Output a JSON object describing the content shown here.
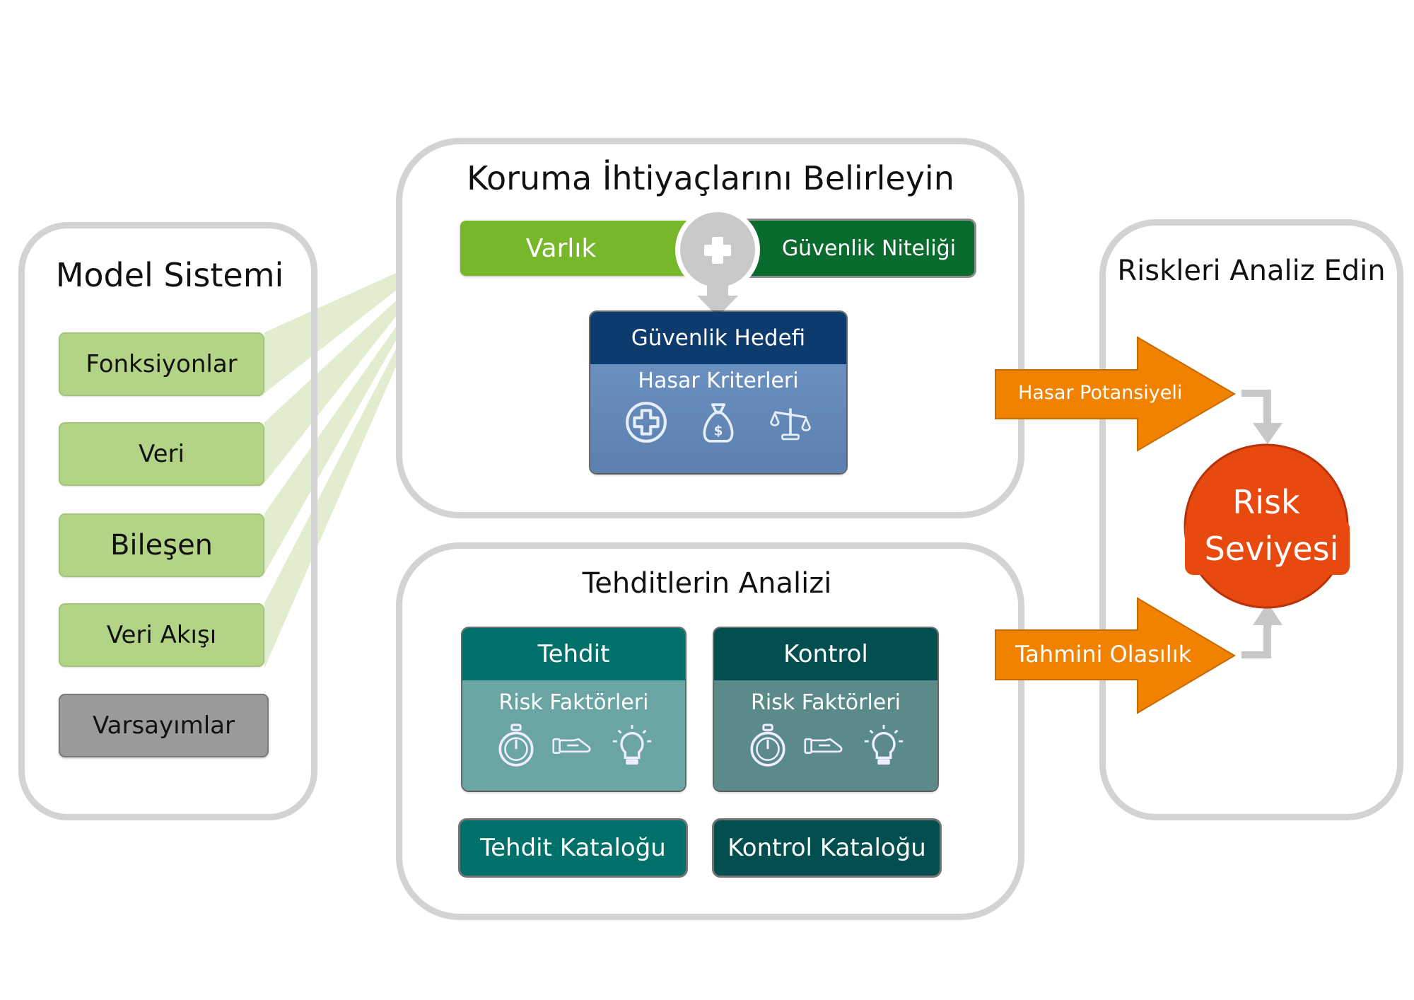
{
  "model_system": {
    "title": "Model Sistemi",
    "items": [
      {
        "label": "Fonksiyonlar"
      },
      {
        "label": "Veri"
      },
      {
        "label": "Bileşen"
      },
      {
        "label": "Veri Akışı"
      },
      {
        "label": "Varsayımlar"
      }
    ]
  },
  "protection_needs": {
    "title": "Koruma İhtiyaçlarını Belirleyin",
    "asset_label": "Varlık",
    "security_attribute_label": "Güvenlik Niteliği",
    "combine_icon": "plus-icon",
    "security_objective": {
      "title": "Güvenlik Hedefi",
      "subtitle": "Hasar Kriterleri",
      "icons": [
        "medical-cross-icon",
        "money-bag-icon",
        "scales-icon"
      ]
    }
  },
  "threat_analysis": {
    "title": "Tehditlerin Analizi",
    "threat": {
      "title": "Tehdit",
      "subtitle": "Risk Faktörleri",
      "icons": [
        "stopwatch-icon",
        "hand-icon",
        "lightbulb-icon"
      ]
    },
    "control": {
      "title": "Kontrol",
      "subtitle": "Risk Faktörleri",
      "icons": [
        "stopwatch-icon",
        "hand-icon",
        "lightbulb-icon"
      ]
    },
    "threat_catalog_label": "Tehdit Kataloğu",
    "control_catalog_label": "Kontrol Kataloğu"
  },
  "risk_analysis": {
    "title": "Riskleri Analiz Edin",
    "damage_potential_label": "Hasar Potansiyeli",
    "estimated_likelihood_label": "Tahmini Olasılık",
    "risk_level_line1": "Risk",
    "risk_level_line2": "Seviyesi"
  },
  "colors": {
    "model_item_green": "#b3d486",
    "assumption_gray": "#9a9a9a",
    "asset_green": "#76b82a",
    "attribute_dark_green": "#0a6b2e",
    "objective_navy": "#0d3b6e",
    "objective_blue": "#6288b8",
    "threat_teal": "#00706a",
    "threat_teal_light": "#6aa5a3",
    "control_dark_teal": "#034e4f",
    "control_teal_light": "#5a8a89",
    "arrow_orange": "#f08200",
    "risk_red": "#e8490f",
    "panel_border": "#d3d3d3"
  }
}
